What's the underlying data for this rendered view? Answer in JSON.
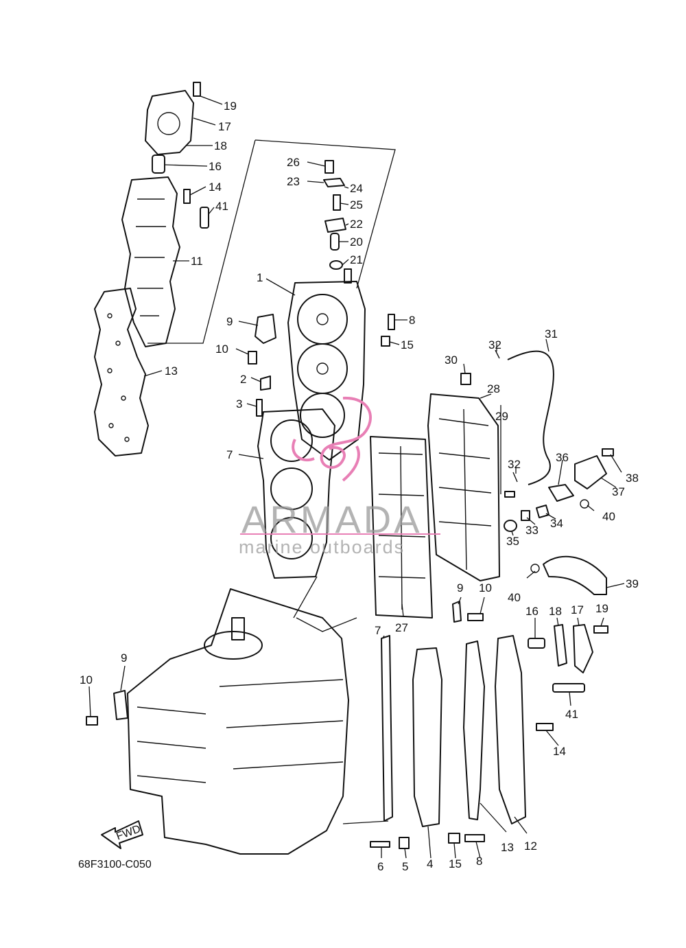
{
  "diagram": {
    "code": "68F3100-C050",
    "fwd_label": "FWD",
    "watermark": {
      "brand": "ARMADA",
      "tagline": "marine outboards",
      "accent": "#e87fb5",
      "gray": "#9a9a9a"
    }
  },
  "callouts": [
    {
      "id": "c19a",
      "text": "19"
    },
    {
      "id": "c17a",
      "text": "17"
    },
    {
      "id": "c18a",
      "text": "18"
    },
    {
      "id": "c16a",
      "text": "16"
    },
    {
      "id": "c14a",
      "text": "14"
    },
    {
      "id": "c41a",
      "text": "41"
    },
    {
      "id": "c11",
      "text": "11"
    },
    {
      "id": "c13a",
      "text": "13"
    },
    {
      "id": "c26",
      "text": "26"
    },
    {
      "id": "c23",
      "text": "23"
    },
    {
      "id": "c24",
      "text": "24"
    },
    {
      "id": "c25",
      "text": "25"
    },
    {
      "id": "c22",
      "text": "22"
    },
    {
      "id": "c20",
      "text": "20"
    },
    {
      "id": "c21",
      "text": "21"
    },
    {
      "id": "c1",
      "text": "1"
    },
    {
      "id": "c9a",
      "text": "9"
    },
    {
      "id": "c8a",
      "text": "8"
    },
    {
      "id": "c15a",
      "text": "15"
    },
    {
      "id": "c10a",
      "text": "10"
    },
    {
      "id": "c2",
      "text": "2"
    },
    {
      "id": "c3",
      "text": "3"
    },
    {
      "id": "c7a",
      "text": "7"
    },
    {
      "id": "c32a",
      "text": "32"
    },
    {
      "id": "c31",
      "text": "31"
    },
    {
      "id": "c30",
      "text": "30"
    },
    {
      "id": "c28",
      "text": "28"
    },
    {
      "id": "c29",
      "text": "29"
    },
    {
      "id": "c36",
      "text": "36"
    },
    {
      "id": "c38",
      "text": "38"
    },
    {
      "id": "c37",
      "text": "37"
    },
    {
      "id": "c32b",
      "text": "32"
    },
    {
      "id": "c40a",
      "text": "40"
    },
    {
      "id": "c34",
      "text": "34"
    },
    {
      "id": "c33",
      "text": "33"
    },
    {
      "id": "c35",
      "text": "35"
    },
    {
      "id": "c39",
      "text": "39"
    },
    {
      "id": "c40b",
      "text": "40"
    },
    {
      "id": "c9b",
      "text": "9"
    },
    {
      "id": "c10b",
      "text": "10"
    },
    {
      "id": "c27",
      "text": "27"
    },
    {
      "id": "c16b",
      "text": "16"
    },
    {
      "id": "c18b",
      "text": "18"
    },
    {
      "id": "c17b",
      "text": "17"
    },
    {
      "id": "c19b",
      "text": "19"
    },
    {
      "id": "c7b",
      "text": "7"
    },
    {
      "id": "c9c",
      "text": "9"
    },
    {
      "id": "c10c",
      "text": "10"
    },
    {
      "id": "c41b",
      "text": "41"
    },
    {
      "id": "c14b",
      "text": "14"
    },
    {
      "id": "c13b",
      "text": "13"
    },
    {
      "id": "c12",
      "text": "12"
    },
    {
      "id": "c6",
      "text": "6"
    },
    {
      "id": "c5",
      "text": "5"
    },
    {
      "id": "c4",
      "text": "4"
    },
    {
      "id": "c15b",
      "text": "15"
    },
    {
      "id": "c8b",
      "text": "8"
    }
  ]
}
